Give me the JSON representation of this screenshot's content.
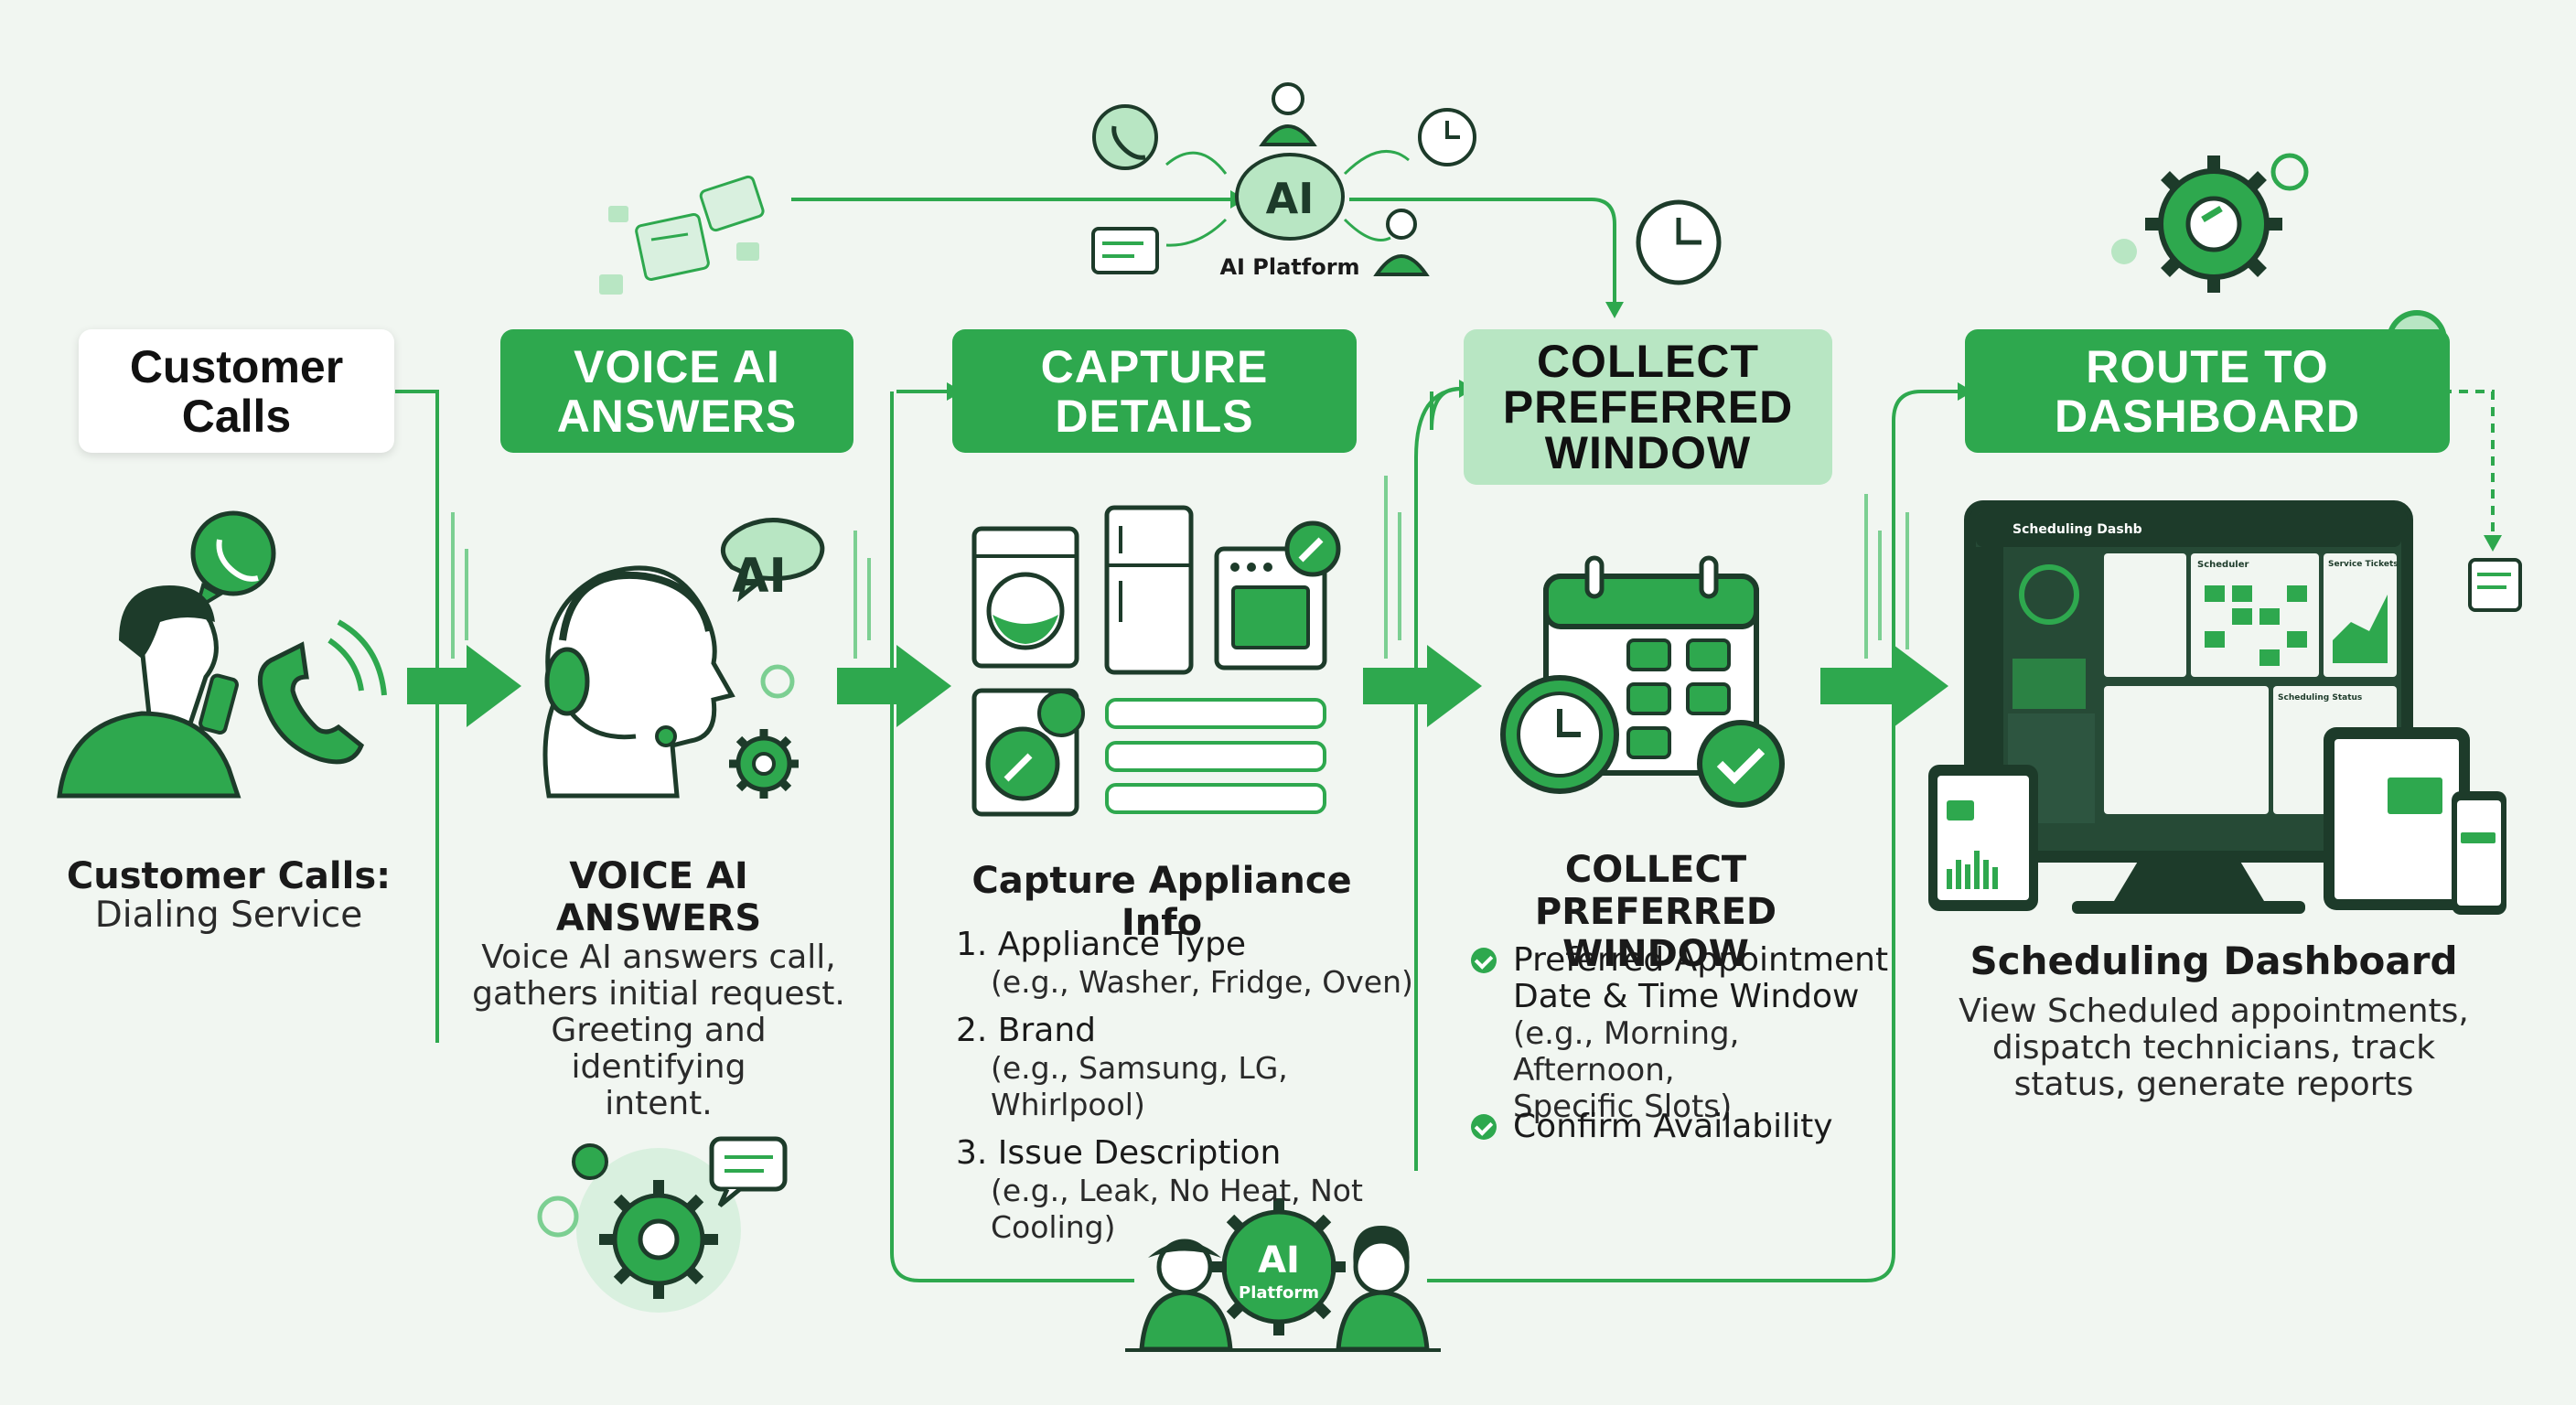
{
  "colors": {
    "accent": "#2ea84e",
    "accent_light": "#b8e6c3",
    "dark": "#1d3b2a",
    "background": "#f1f6f1"
  },
  "icons": [
    "phone-icon",
    "whatsapp-icon",
    "person-icon",
    "headset-icon",
    "gear-icon",
    "washer-icon",
    "fridge-icon",
    "oven-icon",
    "calendar-icon",
    "clock-icon",
    "check-icon",
    "monitor-icon",
    "tablet-icon",
    "phone-device-icon",
    "chat-icon",
    "wrench-icon"
  ],
  "top": {
    "ai_badge": "AI",
    "ai_platform_label": "AI Platform"
  },
  "bottom": {
    "ai_badge": "AI",
    "ai_platform_label": "Platform"
  },
  "steps": [
    {
      "header": [
        "Customer",
        "Calls"
      ],
      "title": "Customer Calls:",
      "body": [
        "Dialing Service"
      ]
    },
    {
      "header": [
        "VOICE AI",
        "ANSWERS"
      ],
      "bubble": "AI",
      "title": "VOICE AI ANSWERS",
      "body": [
        "Voice AI answers call,",
        "gathers initial request.",
        "Greeting and identifying",
        "intent."
      ]
    },
    {
      "header": [
        "CAPTURE",
        "DETAILS"
      ],
      "title": "Capture Appliance Info",
      "items": [
        {
          "main": "1. Appliance Type",
          "sub": "(e.g., Washer, Fridge, Oven)"
        },
        {
          "main": "2. Brand",
          "sub": "(e.g., Samsung, LG, Whirlpool)"
        },
        {
          "main": "3. Issue Description",
          "sub": "(e.g., Leak, No Heat, Not Cooling)"
        }
      ]
    },
    {
      "header": [
        "COLLECT",
        "PREFERRED",
        "WINDOW"
      ],
      "title": [
        "COLLECT PREFERRED",
        "WINDOW"
      ],
      "checks": [
        {
          "lines": [
            "Preferred Appointment",
            "Date & Time Window"
          ],
          "sub": [
            "(e.g., Morning, Afternoon,",
            "Specific Slots)"
          ]
        },
        {
          "lines": [
            "Confirm Availability"
          ],
          "sub": []
        }
      ]
    },
    {
      "header": [
        "ROUTE TO",
        "DASHBOARD"
      ],
      "title": "Scheduling Dashboard",
      "body": [
        "View Scheduled appointments,",
        "dispatch technicians, track",
        "status, generate reports"
      ],
      "screen": {
        "app_title": "Scheduling Dashb",
        "panel_scheduler": "Scheduler",
        "panel_tickets": "Service Tickets",
        "panel_status": "Scheduling Status"
      }
    }
  ]
}
